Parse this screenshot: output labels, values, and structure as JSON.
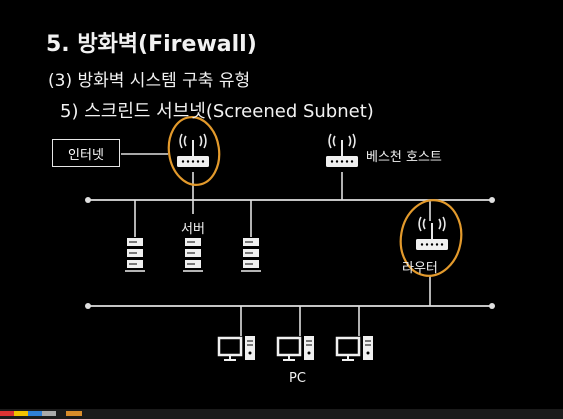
{
  "heading": {
    "title": "5. 방화벽(Firewall)",
    "subtitle": "(3) 방화벽 시스템 구축 유형",
    "subsubtitle": "5) 스크린드 서브넷(Screened Subnet)"
  },
  "diagram": {
    "internet_label": "인터넷",
    "bastion_label": "베스천 호스트",
    "server_label": "서버",
    "router_label": "라우터",
    "pc_label": "PC"
  },
  "colors": {
    "background": "#000000",
    "line": "#e0e0e0",
    "highlight_circle": "#e39a2c"
  },
  "icons": [
    "router-icon",
    "server-icon",
    "pc-icon"
  ]
}
